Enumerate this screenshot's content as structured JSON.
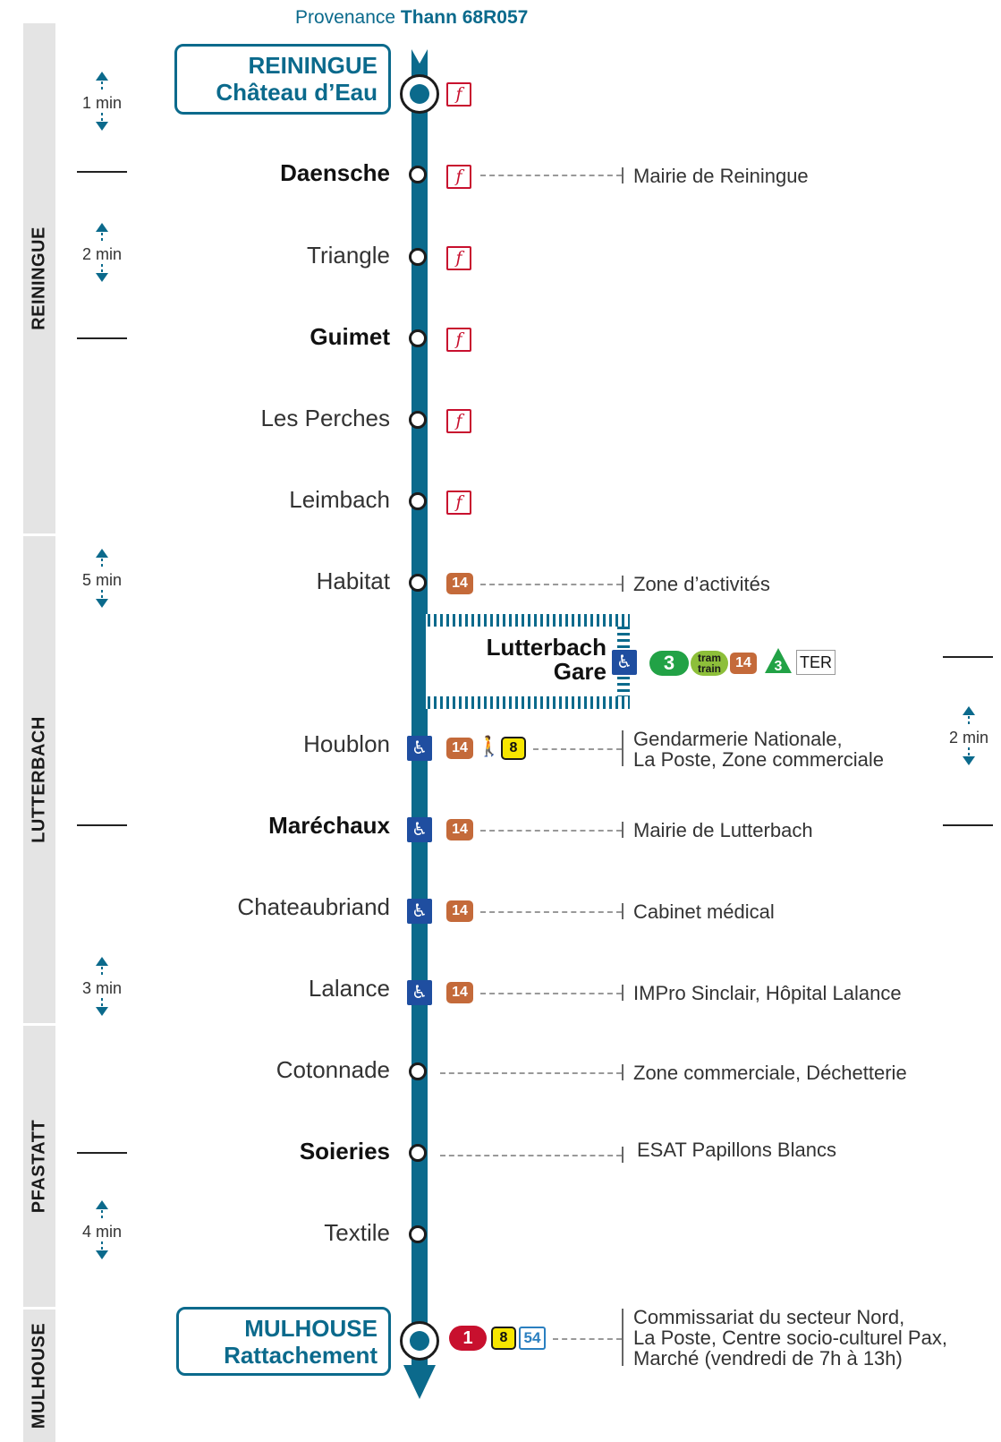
{
  "header": {
    "prefix": "Provenance",
    "name": "Thann 68R057"
  },
  "colors": {
    "line": "#0b6a8c",
    "commune_bg": "#e4e4e4",
    "frequence": "#c8102e",
    "bus14": "#c46a3a",
    "tram3": "#22a246",
    "tramtrain": "#8dbf3a",
    "bus1": "#c8102e",
    "bus8": "#f7e600",
    "bus54": "#2a7fc0",
    "pmr": "#1f4ea0"
  },
  "communes": [
    "REININGUE",
    "LUTTERBACH",
    "PFASTATT",
    "MULHOUSE"
  ],
  "durations": [
    "1 min",
    "2 min",
    "5 min",
    "3 min",
    "4 min",
    "2 min"
  ],
  "terminus_start": {
    "line1": "REININGUE",
    "line2": "Château d’Eau"
  },
  "terminus_end": {
    "line1": "MULHOUSE",
    "line2": "Rattachement"
  },
  "badges": {
    "f": "f",
    "b14": "14",
    "b3": "3",
    "tram": "tram",
    "train": "train",
    "b8": "8",
    "b1": "1",
    "b54": "54",
    "ter": "TER",
    "pmr": "♿",
    "walk": "🚶",
    "tram3_mini": "3"
  },
  "stops": [
    {
      "name": "Daensche",
      "dest": "Mairie de Reiningue"
    },
    {
      "name": "Triangle"
    },
    {
      "name": "Guimet"
    },
    {
      "name": "Les Perches"
    },
    {
      "name": "Leimbach"
    },
    {
      "name": "Habitat",
      "dest": "Zone d’activités"
    },
    {
      "name": "Houblon",
      "dest1": "Gendarmerie Nationale,",
      "dest2": "La Poste, Zone commerciale"
    },
    {
      "name": "Maréchaux",
      "dest": "Mairie de Lutterbach"
    },
    {
      "name": "Chateaubriand",
      "dest": "Cabinet médical"
    },
    {
      "name": "Lalance",
      "dest": "IMPro Sinclair, Hôpital Lalance"
    },
    {
      "name": "Cotonnade",
      "dest": "Zone commerciale, Déchetterie"
    },
    {
      "name": "Soieries",
      "dest": "ESAT Papillons Blancs"
    },
    {
      "name": "Textile"
    }
  ],
  "gare": {
    "line1": "Lutterbach",
    "line2": "Gare"
  },
  "end_dest": {
    "l1": "Commissariat du secteur Nord,",
    "l2": "La Poste, Centre socio-culturel Pax,",
    "l3": "Marché (vendredi de 7h à 13h)"
  }
}
